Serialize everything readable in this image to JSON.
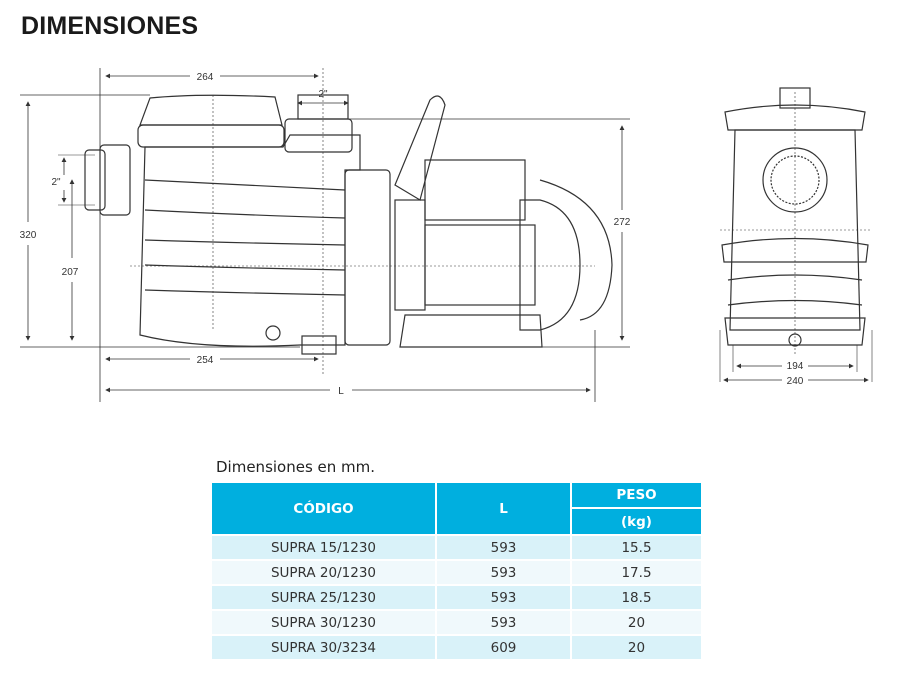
{
  "title": "DIMENSIONES",
  "drawing": {
    "side_view": {
      "dim_top": "264",
      "dim_outlet": "2\"",
      "dim_inlet": "2\"",
      "dim_height_total": "320",
      "dim_inlet_height": "207",
      "dim_outlet_height": "272",
      "dim_base": "254",
      "dim_length": "L"
    },
    "front_view": {
      "dim_inner": "194",
      "dim_outer": "240"
    }
  },
  "table": {
    "caption": "Dimensiones en mm.",
    "headers": {
      "code": "CÓDIGO",
      "length": "L",
      "weight": "PESO",
      "weight_unit": "(kg)"
    },
    "rows": [
      {
        "code": "SUPRA 15/1230",
        "length": "593",
        "weight": "15.5"
      },
      {
        "code": "SUPRA 20/1230",
        "length": "593",
        "weight": "17.5"
      },
      {
        "code": "SUPRA 25/1230",
        "length": "593",
        "weight": "18.5"
      },
      {
        "code": "SUPRA 30/1230",
        "length": "593",
        "weight": "20"
      },
      {
        "code": "SUPRA 30/3234",
        "length": "609",
        "weight": "20"
      }
    ]
  },
  "colors": {
    "header": "#00afdf",
    "row_odd": "#d9f2f9",
    "row_even": "#f0f9fc"
  }
}
